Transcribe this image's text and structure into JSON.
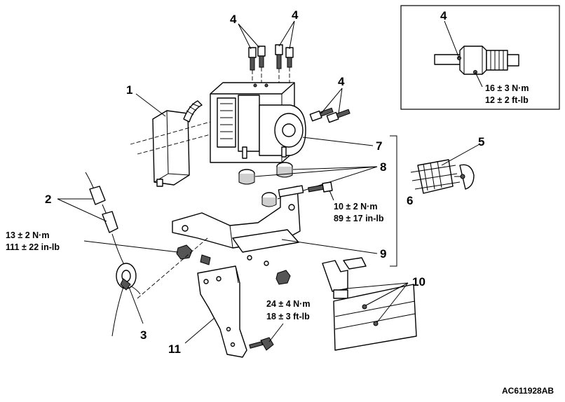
{
  "callouts": {
    "c1": "1",
    "c2": "2",
    "c3": "3",
    "c4_top_a": "4",
    "c4_top_b": "4",
    "c4_right": "4",
    "c4_inset": "4",
    "c5": "5",
    "c6": "6",
    "c7": "7",
    "c8": "8",
    "c9": "9",
    "c10": "10",
    "c11": "11"
  },
  "torques": {
    "inset_nm": "16 ± 3 N·m",
    "inset_ftlb": "12 ± 2 ft-lb",
    "bracket_nm": "10 ± 2 N·m",
    "bracket_inlb": "89 ± 17 in-lb",
    "nut_nm": "13 ± 2 N·m",
    "nut_inlb": "111 ± 22 in-lb",
    "bolt_nm": "24 ± 4 N·m",
    "bolt_ftlb": "18 ± 3 ft-lb"
  },
  "reference_code": "AC611928AB"
}
